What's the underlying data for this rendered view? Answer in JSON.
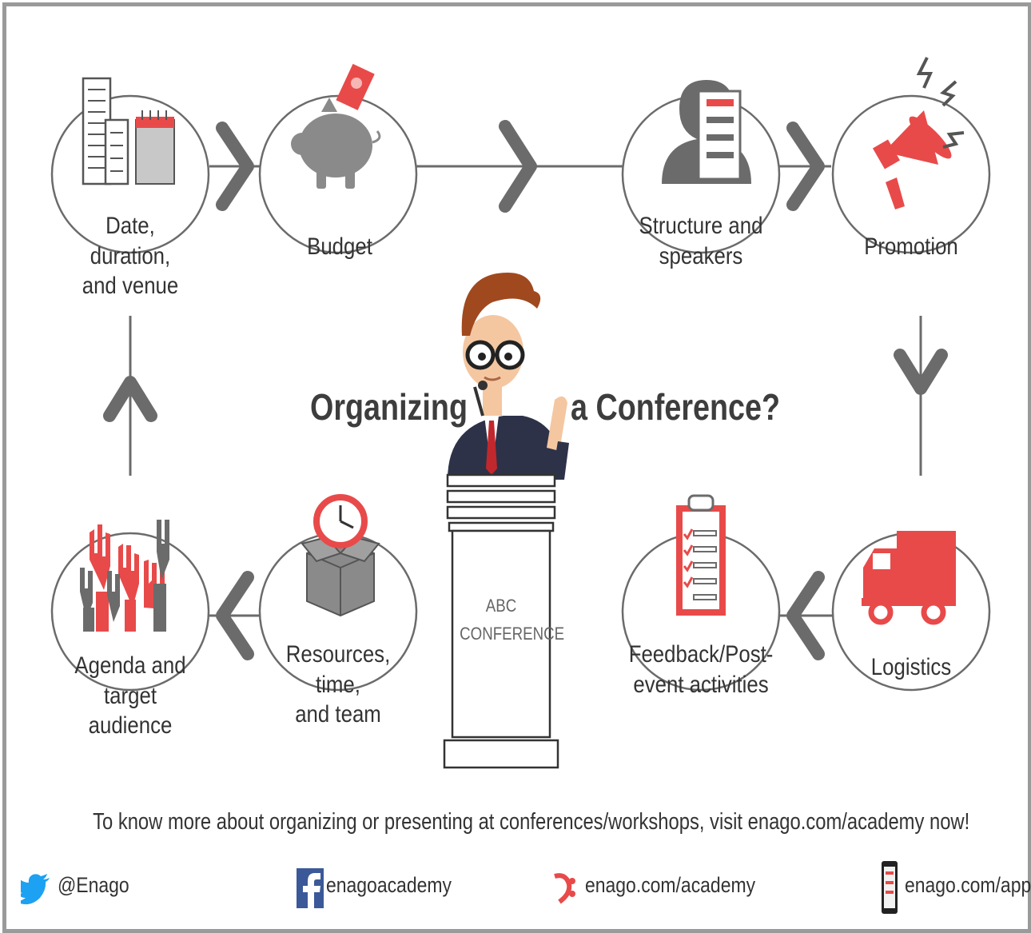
{
  "title": {
    "left": "Organizing",
    "right": "a Conference?"
  },
  "steps": [
    {
      "id": "date",
      "label_l1": "Date, duration,",
      "label_l2": "and venue"
    },
    {
      "id": "budget",
      "label_l1": "Budget",
      "label_l2": ""
    },
    {
      "id": "structure",
      "label_l1": "Structure and",
      "label_l2": "speakers"
    },
    {
      "id": "promotion",
      "label_l1": "Promotion",
      "label_l2": ""
    },
    {
      "id": "logistics",
      "label_l1": "Logistics",
      "label_l2": ""
    },
    {
      "id": "feedback",
      "label_l1": "Feedback/Post-",
      "label_l2": "event activities"
    },
    {
      "id": "resources",
      "label_l1": "Resources, time,",
      "label_l2": "and team"
    },
    {
      "id": "agenda",
      "label_l1": "Agenda and target",
      "label_l2": "audience"
    }
  ],
  "podium": {
    "line1": "ABC",
    "line2": "CONFERENCE"
  },
  "footer": "To know more about organizing or presenting at conferences/workshops, visit enago.com/academy now!",
  "social": {
    "twitter": "@Enago",
    "facebook": "enagoacademy",
    "academy": "enago.com/academy",
    "app": "enago.com/app"
  },
  "colors": {
    "accent": "#e84a4a",
    "gray": "#6b6b6b",
    "border": "#9a9a9a"
  },
  "icons": [
    "buildings-calendar-icon",
    "piggy-bank-icon",
    "speaker-list-icon",
    "megaphone-icon",
    "truck-icon",
    "checklist-clipboard-icon",
    "clock-box-icon",
    "raised-hands-icon",
    "twitter-icon",
    "facebook-icon",
    "enago-academy-icon",
    "phone-app-icon"
  ]
}
